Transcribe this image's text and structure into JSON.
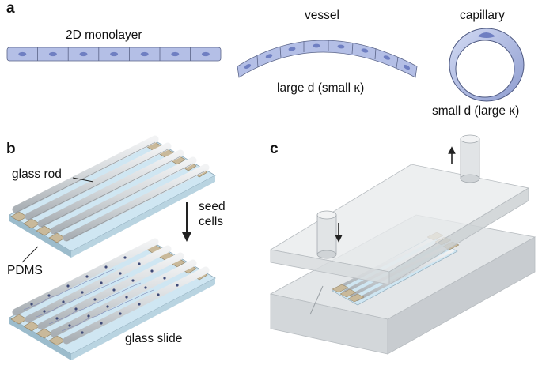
{
  "panel_a": {
    "letter": "a",
    "monolayer_label": "2D monolayer",
    "vessel_label": "vessel",
    "vessel_caption": "large d (small κ)",
    "capillary_label": "capillary",
    "capillary_caption": "small d (large κ)"
  },
  "panel_b": {
    "letter": "b",
    "glass_rod_label": "glass rod",
    "seed_cells_label_line1": "seed",
    "seed_cells_label_line2": "cells",
    "pdms_label": "PDMS",
    "glass_slide_label": "glass slide"
  },
  "panel_c": {
    "letter": "c"
  },
  "colors": {
    "cell_fill": "#b4bfe6",
    "nucleus": "#6f7fc2",
    "glass_slide": "#cfe6f2",
    "pdms_block": "#c9b99a",
    "rod": "#d9dde0",
    "chamber": "#e3e6e8"
  },
  "icons": [
    "arrow-down-icon",
    "arrow-up-icon"
  ]
}
